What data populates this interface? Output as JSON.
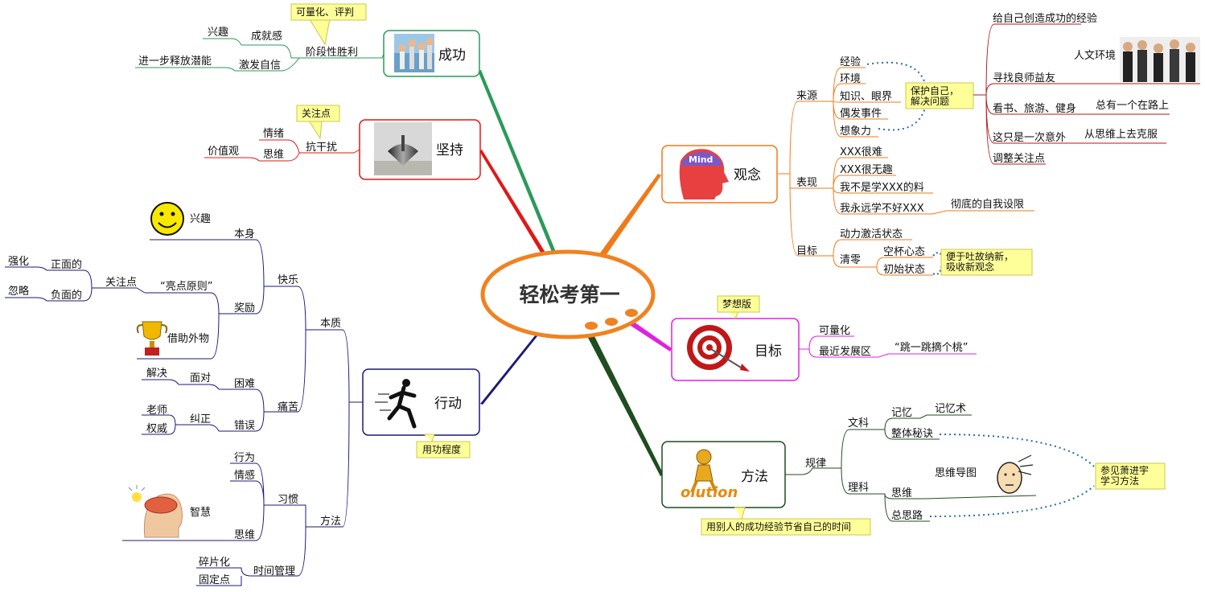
{
  "center": {
    "title": "轻松考第一"
  },
  "colors": {
    "center": "#f08220",
    "guannian": "#f07a1a",
    "mubiao": "#e020e0",
    "fangfa": "#1f4d1f",
    "xingdong": "#1a1a7a",
    "jianchi": "#e01818",
    "chenggong": "#2a9a5a",
    "note_fill": "#ffff99",
    "note_stroke": "#c8c850",
    "dotted": "#2a6ab0"
  },
  "icons": {
    "chenggong": "teamwork-hands-image",
    "jianchi": "spinning-top-image",
    "xingdong": "running-man-image",
    "guannian": "mind-head-image",
    "mubiao": "target-arrow-image",
    "fangfa": "solution-figure-image",
    "smiley": "smiley-icon",
    "trophy": "trophy-icon",
    "brain": "brain-head-icon",
    "business_people": "business-people-image",
    "thinking_face": "thinking-face-icon"
  },
  "chenggong": {
    "label": "成功",
    "note": "可量化、评判",
    "jieduan": "阶段性胜利",
    "chengjiugan": "成就感",
    "xingqu": "兴趣",
    "jifa": "激发自信",
    "jinyibu": "进一步释放潜能"
  },
  "jianchi": {
    "label": "坚持",
    "note": "关注点",
    "kangganrao": "抗干扰",
    "qingxu": "情绪",
    "siwei": "思维",
    "jiazhiguan": "价值观"
  },
  "xingdong": {
    "label": "行动",
    "note": "用功程度",
    "benzhi": "本质",
    "kuaile": "快乐",
    "benshen": "本身",
    "xingqu": "兴趣",
    "jiangli": "奖励",
    "liangdian": "“亮点原则”",
    "guanzhudian": "关注点",
    "zhengmian": "正面的",
    "fumian": "负面的",
    "qianghua": "强化",
    "hulue": "忽略",
    "jiezhu": "借助外物",
    "tongku": "痛苦",
    "kunnan": "困难",
    "miandui": "面对",
    "jiejue": "解决",
    "cuowu": "错误",
    "jiuzheng": "纠正",
    "laoshi": "老师",
    "quanwei": "权威",
    "fangfa": "方法",
    "xiguan": "习惯",
    "xingwei": "行为",
    "qinggan": "情感",
    "zhihui": "智慧",
    "siwei": "思维",
    "shijian": "时间管理",
    "suipian": "碎片化",
    "guding": "固定点"
  },
  "guannian": {
    "label": "观念",
    "mind_text": "Mind",
    "laiyuan": "来源",
    "jingyan": "经验",
    "huanjing": "环境",
    "zhishi": "知识、眼界",
    "ouran": "偶发事件",
    "xiangxiang": "想象力",
    "baohu": "保护自己，",
    "baohu2": "解决问题",
    "chuangzao": "给自己创造成功的经验",
    "renwen": "人文环境",
    "xunzhao": "寻找良师益友",
    "kanshu": "看书、旅游、健身",
    "zongyou": "总有一个在路上",
    "zhishi_yici": "这只是一次意外",
    "congsiwei": "从思维上去克服",
    "tiaozheng": "调整关注点",
    "biaoxian": "表现",
    "nan": "XXX很难",
    "wuqu": "XXX很无趣",
    "buliao": "我不是学XXX的料",
    "buhao": "我永远学不好XXX",
    "chedi": "彻底的自我设限",
    "mubiao": "目标",
    "dongli": "动力激活状态",
    "qingling": "清零",
    "kongbei": "空杯心态",
    "chushi": "初始状态",
    "tugu": "便于吐故纳新，",
    "tugu2": "吸收新观念"
  },
  "mubiao": {
    "label": "目标",
    "note": "梦想版",
    "lianghua": "可量化",
    "zuijin": "最近发展区",
    "taozi": "“跳一跳摘个桃”"
  },
  "fangfa": {
    "label": "方法",
    "note": "用别人的成功经验节省自己的时间",
    "solution_text": "olution",
    "guilv": "规律",
    "wenke": "文科",
    "jiyi": "记忆",
    "jiyishu": "记忆术",
    "zhengti": "整体秘诀",
    "like": "理科",
    "siwei": "思维",
    "daotu": "思维导图",
    "zongsilu": "总思路",
    "cankao": "参见萧进宇",
    "cankao2": "学习方法"
  }
}
